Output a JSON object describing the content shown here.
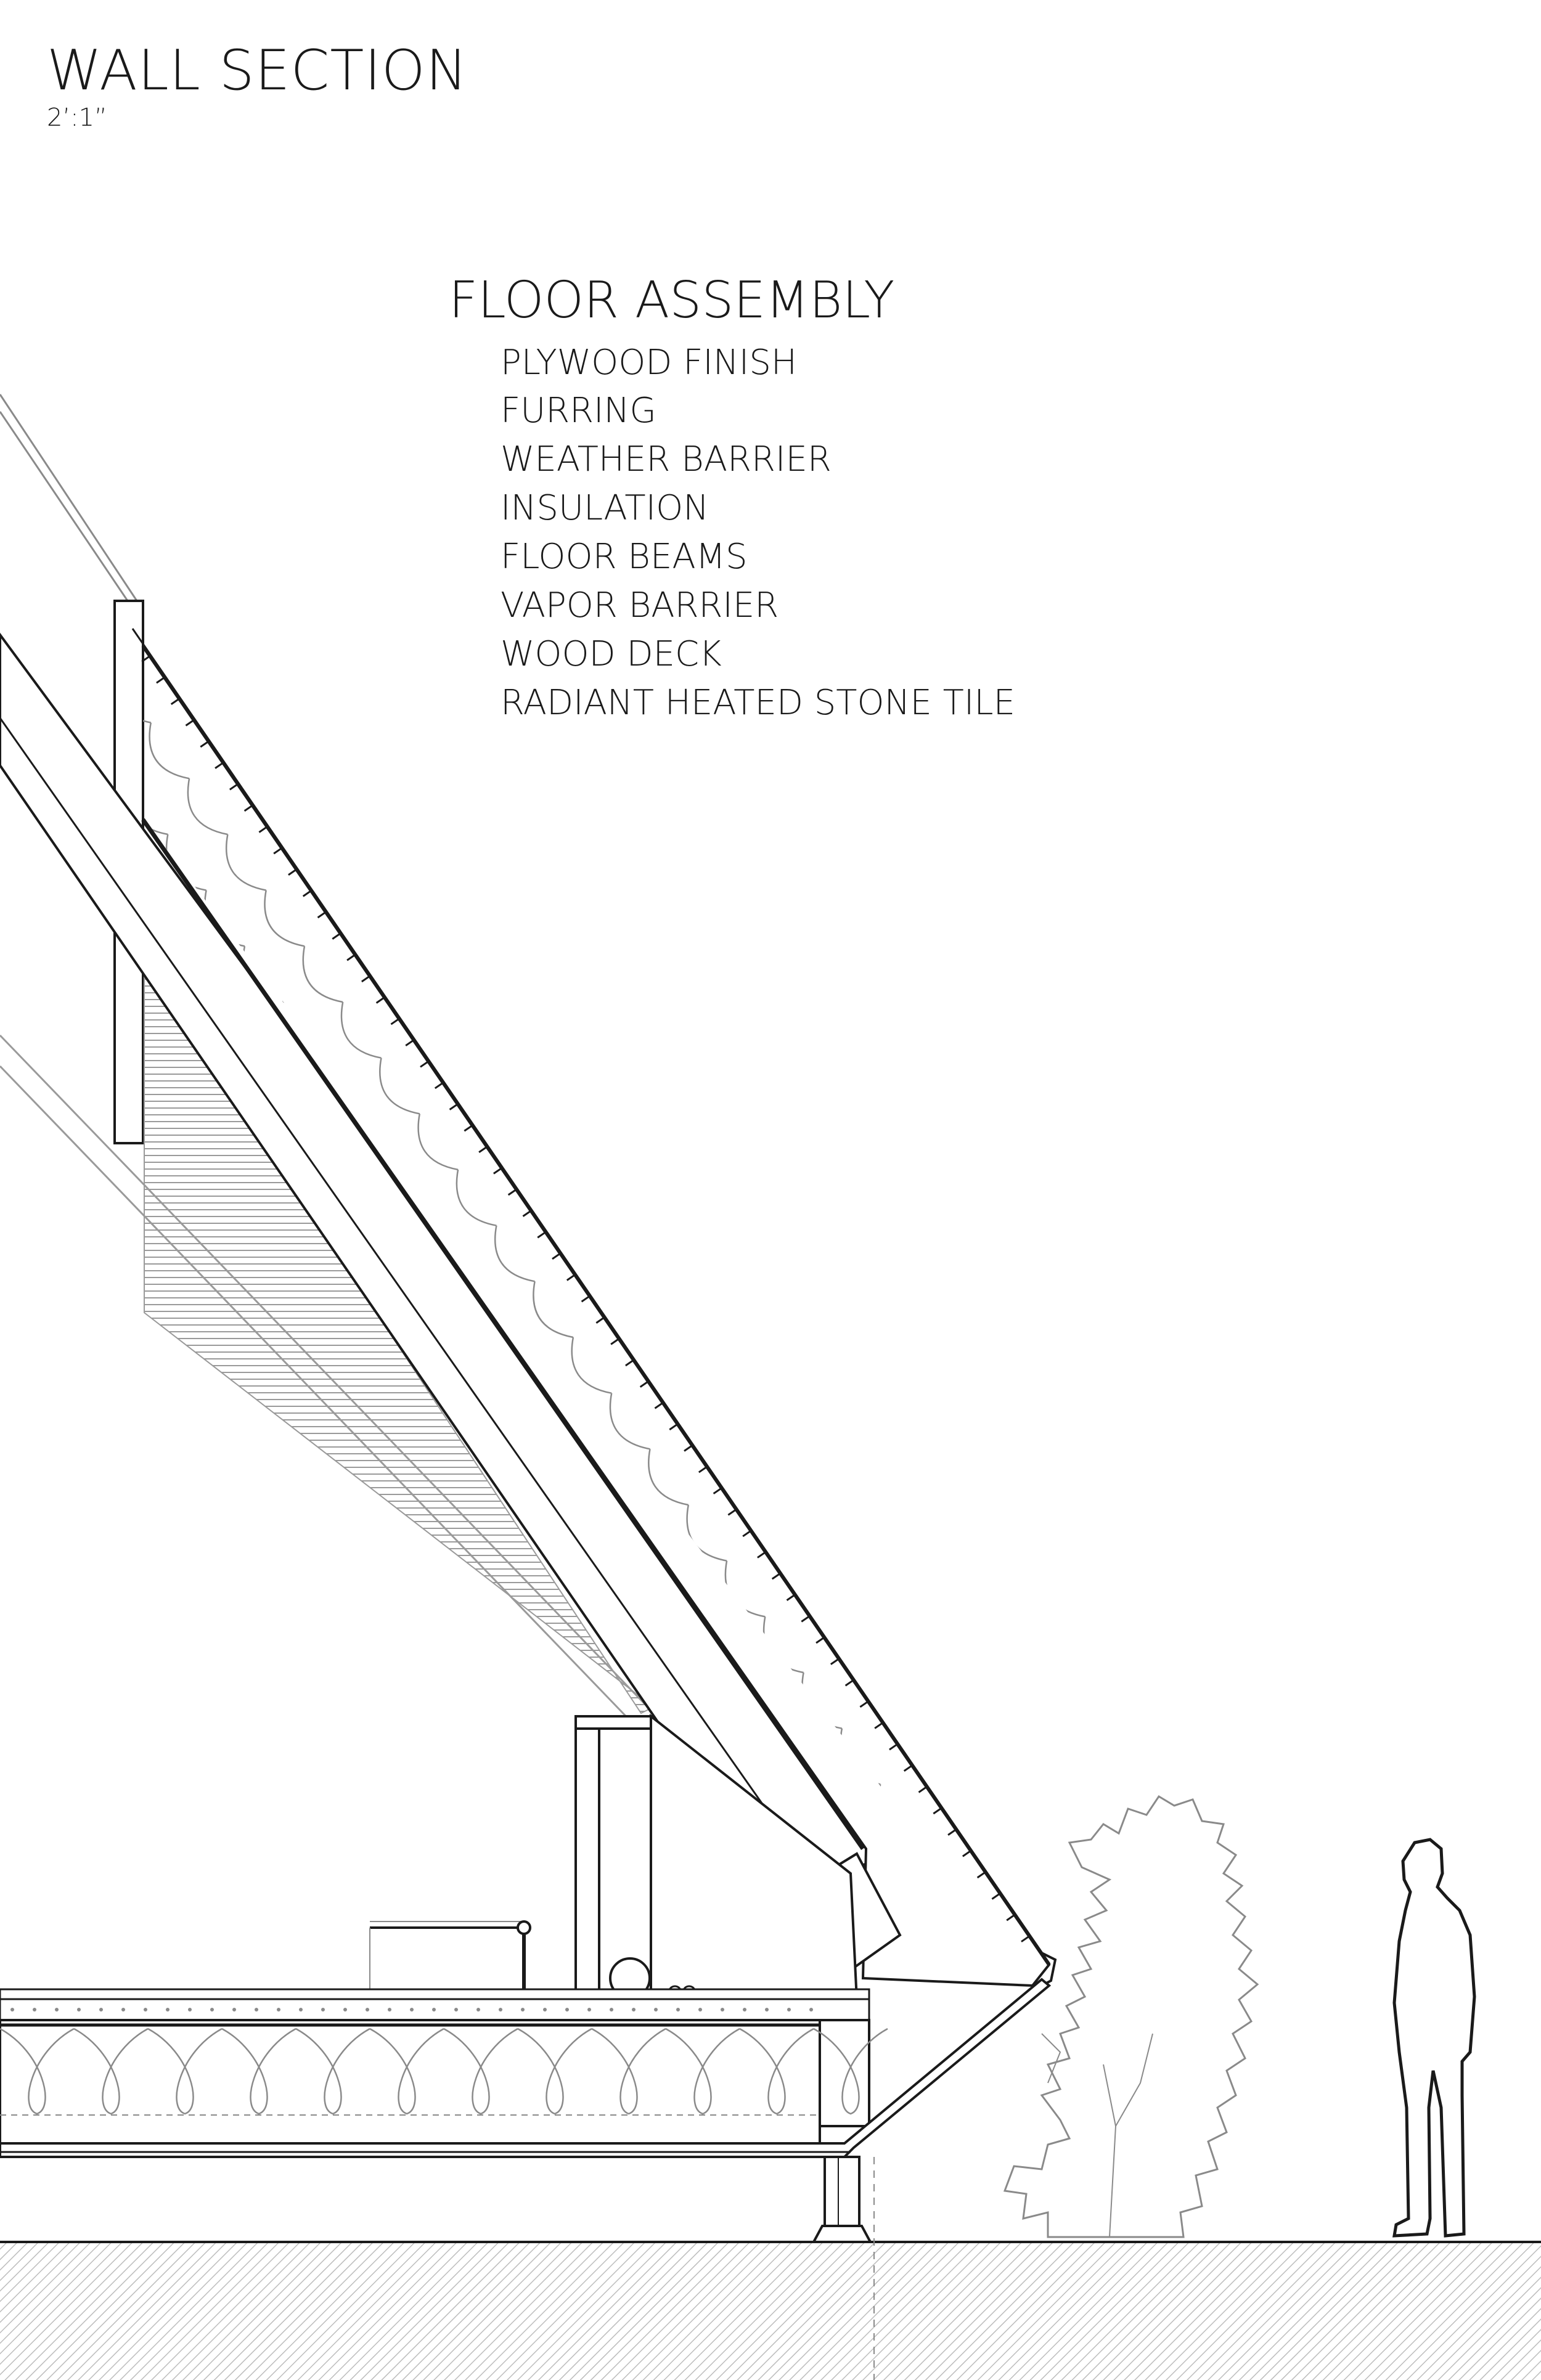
{
  "sheet": {
    "title": "WALL SECTION",
    "scale": "2’:1”"
  },
  "floor_assembly": {
    "heading": "FLOOR ASSEMBLY",
    "layers": [
      "PLYWOOD FINISH",
      "FURRING",
      "WEATHER BARRIER",
      "INSULATION",
      "FLOOR BEAMS",
      "VAPOR BARRIER",
      "WOOD DECK",
      "RADIANT HEATED STONE TILE"
    ]
  },
  "colors": {
    "line": "#1a1a1a",
    "light_line": "#9a9a9a",
    "ground_hatch": "#bdbdbd"
  }
}
